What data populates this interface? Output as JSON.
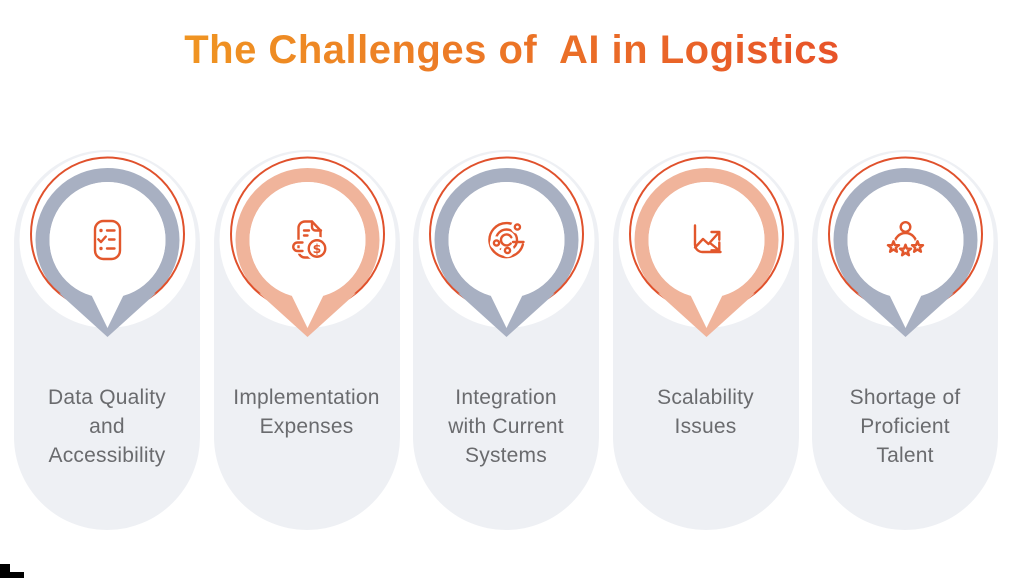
{
  "title": {
    "text": "The Challenges of  AI in Logistics"
  },
  "cards": [
    {
      "label": "Data Quality\nand\nAccessibility",
      "icon": "checklist-icon",
      "ring_style": "slate"
    },
    {
      "label": "Implementation\nExpenses",
      "icon": "document-dollar-icon",
      "ring_style": "peach"
    },
    {
      "label": "Integration\nwith Current\nSystems",
      "icon": "integration-network-icon",
      "ring_style": "slate"
    },
    {
      "label": "Scalability\nIssues",
      "icon": "growth-chart-icon",
      "ring_style": "peach"
    },
    {
      "label": "Shortage of\nProficient\nTalent",
      "icon": "person-rating-icon",
      "ring_style": "slate"
    }
  ],
  "colors": {
    "title_gradient_start": "#f2a61f",
    "title_gradient_end": "#e5402a",
    "accent_orange": "#e2572c",
    "thin_circle_orange": "#e0512c",
    "ring_slate": "#a8b0c2",
    "ring_peach": "#f0b49b",
    "card_background": "#eef0f4",
    "label_text": "#6a6b6e"
  }
}
